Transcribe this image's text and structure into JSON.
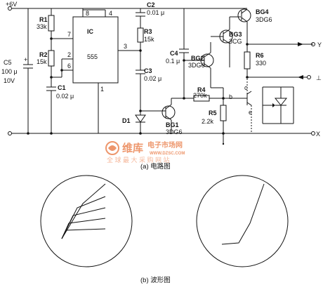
{
  "supply": "+6V",
  "parts": {
    "r1": {
      "name": "R1",
      "value": "33k"
    },
    "r2": {
      "name": "R2",
      "value": "15k"
    },
    "c1": {
      "name": "C1",
      "value": "0.02 μ"
    },
    "c5": {
      "name": "C5",
      "value": "100 μ",
      "voltage": "10V"
    },
    "ic": {
      "name": "IC",
      "model": "555"
    },
    "pins": {
      "p1": "1",
      "p2": "2",
      "p3": "3",
      "p4": "4",
      "p6": "6",
      "p7": "7",
      "p8": "8"
    },
    "c2": {
      "name": "C2",
      "value": "0.01 μ"
    },
    "r3": {
      "name": "R3",
      "value": "15k"
    },
    "c3": {
      "name": "C3",
      "value": "0.02 μ"
    },
    "d1": {
      "name": "D1"
    },
    "bg1": {
      "name": "BG1",
      "type": "3DG6"
    },
    "c4": {
      "name": "C4",
      "value": "0.1 μ"
    },
    "bg2": {
      "name": "BG2",
      "type": "3DG6"
    },
    "bg3": {
      "name": "BG3",
      "type": "3CG"
    },
    "bg4": {
      "name": "BG4",
      "type": "3DG6"
    },
    "r4": {
      "name": "R4",
      "value": "270k"
    },
    "r5": {
      "name": "R5",
      "value": "2.2k"
    },
    "r6": {
      "name": "R6",
      "value": "330"
    }
  },
  "terminals": {
    "y": "Y",
    "ground": "⊥",
    "x": "X",
    "b": "b",
    "c": "c",
    "e": "e"
  },
  "captions": {
    "circuit": "(a) 电路图",
    "waveform": "(b) 波形图"
  },
  "watermark": {
    "brand": "维库",
    "brand_cn": "电子市场网",
    "url": "WWW.DZSC.COM",
    "slogan": "全 球 最 大 采 购 网 站"
  },
  "colors": {
    "ink": "#111111",
    "watermark": "#f2a07a",
    "watermark_dark": "#e8743c"
  }
}
